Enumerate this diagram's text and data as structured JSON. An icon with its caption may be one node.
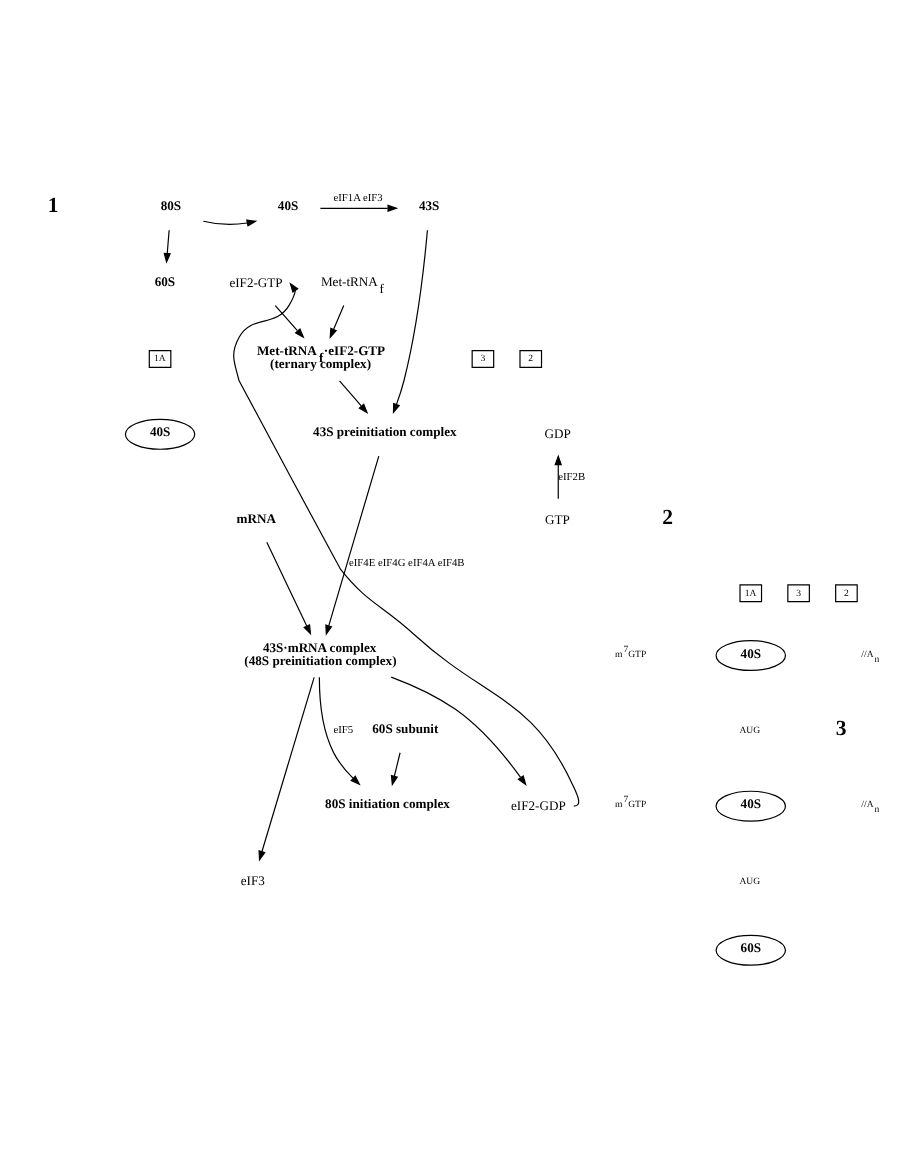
{
  "diagram": {
    "nodes": [
      {
        "text": [
          "eIF2-GTP"
        ]
      },
      {
        "text": [
          "Met-tRNA$_{f}$"
        ]
      },
      {
        "text": [
          "Met-tRNA$_{f}$·eIF2-GTP",
          "(ternary complex)"
        ]
      },
      {
        "text": [
          "80S"
        ]
      },
      {
        "text": [
          "60S"
        ]
      },
      {
        "text": [
          "40S"
        ]
      },
      {
        "text": [
          "43S"
        ]
      },
      {
        "text": [
          "43S preinitiation complex"
        ]
      },
      {
        "text": [
          "mRNA"
        ]
      },
      {
        "text": [
          "43S·mRNA complex",
          "(48S preinitiation complex)"
        ]
      },
      {
        "text": [
          "60S subunit"
        ]
      },
      {
        "text": [
          "eIF3"
        ]
      },
      {
        "text": [
          "eIF2-GDP"
        ]
      },
      {
        "text": [
          "80S initiation complex"
        ]
      },
      {
        "text": [
          "GDP"
        ]
      },
      {
        "text": [
          "GTP"
        ]
      },
      {
        "text": [
          "1A"
        ]
      },
      {
        "text": [
          "3"
        ]
      },
      {
        "text": [
          "2"
        ]
      },
      {
        "text": [
          "40S"
        ]
      },
      {
        "text": [
          "1A"
        ]
      },
      {
        "text": [
          "3"
        ]
      },
      {
        "text": [
          "2"
        ]
      },
      {
        "text": [
          "40S"
        ]
      },
      {
        "text": [
          "40S"
        ]
      },
      {
        "text": [
          "60S"
        ]
      }
    ],
    "edges": [
      {
        "from": 0,
        "to": 2,
        "arrow": "to"
      },
      {
        "from": 1,
        "to": 2,
        "arrow": "to"
      },
      {
        "from": 3,
        "to": 5,
        "arrow": "to"
      },
      {
        "from": 3,
        "to": 4,
        "arrow": "to"
      },
      {
        "from": 5,
        "to": 6,
        "arrow": "to",
        "label": "eIF1A eIF3"
      },
      {
        "from": 2,
        "to": 7,
        "arrow": "to"
      },
      {
        "from": 6,
        "to": 7,
        "arrow": "to"
      },
      {
        "from": 7,
        "to": 9,
        "arrow": "to",
        "label": "eIF4E eIF4G eIF4A eIF4B"
      },
      {
        "from": 8,
        "to": 9,
        "arrow": "to"
      },
      {
        "from": 9,
        "to": 13,
        "arrow": "to",
        "label": "eIF5"
      },
      {
        "from": 10,
        "to": 13,
        "arrow": "to"
      },
      {
        "from": 9,
        "to": 12,
        "arrow": "to"
      },
      {
        "from": 9,
        "to": 11,
        "arrow": "to"
      },
      {
        "from": 12,
        "to": 0,
        "arrow": "to"
      },
      {
        "from": 15,
        "to": 14,
        "arrow": "to",
        "label": "eIF2B"
      }
    ],
    "labels": [
      "1",
      "2",
      "3",
      "m$^{7}$GTP",
      "AUG",
      "//A$_{n}$",
      "m$^{7}$GTP",
      "AUG",
      "//A$_{n}$"
    ]
  }
}
